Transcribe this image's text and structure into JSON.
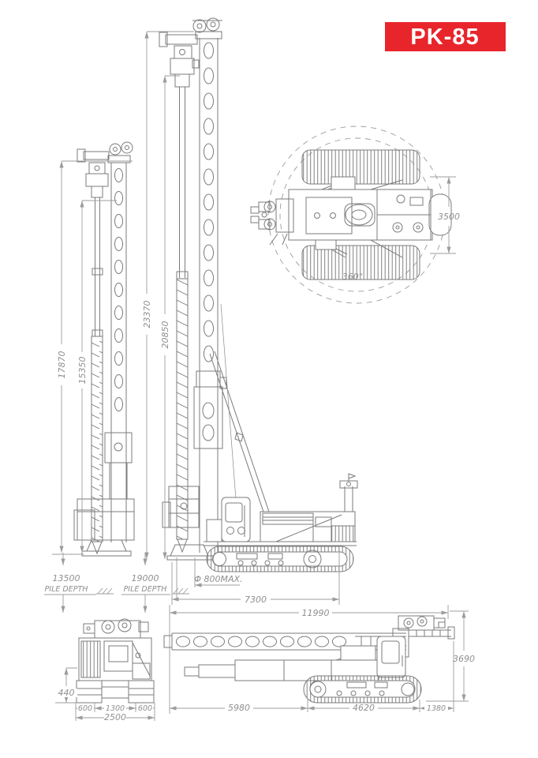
{
  "badge": {
    "label": "PK-85"
  },
  "colors": {
    "badge_bg": "#e8252b",
    "badge_text": "#ffffff",
    "line": "#7b7b7b",
    "dim": "#9c9c9c"
  },
  "aux_view": {
    "mast_height": "17870",
    "kelly_height": "15350",
    "pile_depth_value": "13500",
    "pile_depth_label": "PILE DEPTH"
  },
  "main_view": {
    "mast_height": "23370",
    "kelly_height": "20850",
    "pile_depth_value": "19000",
    "pile_depth_label": "PILE DEPTH",
    "pile_diameter": "Φ 800MAX.",
    "upper_length": "7300",
    "overall_length": "11990"
  },
  "plan_view": {
    "carbody_width": "3500",
    "slew_range": "360°"
  },
  "rear_view": {
    "clearance": "440",
    "shoe_width_left": "600",
    "track_gauge": "1300",
    "shoe_width_right": "600",
    "overall_width": "2500"
  },
  "transport_view": {
    "front_length": "5980",
    "track_length": "4620",
    "rear_overhang": "1380",
    "height": "3690"
  }
}
